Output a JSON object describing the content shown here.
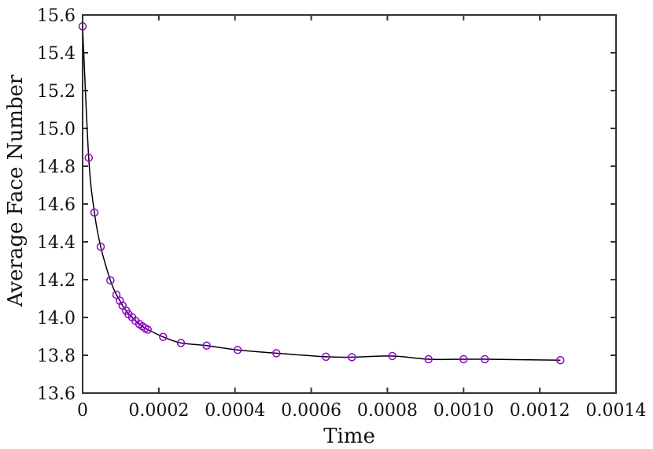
{
  "chart_data": {
    "type": "line",
    "title": "",
    "xlabel": "Time",
    "ylabel": "Average Face Number",
    "xlim": [
      0,
      0.0014
    ],
    "ylim": [
      13.6,
      15.6
    ],
    "grid": false,
    "legend": null,
    "x_ticks": [
      0,
      0.0002,
      0.0004,
      0.0006,
      0.0008,
      0.001,
      0.0012,
      0.0014
    ],
    "x_tick_labels": [
      "0",
      "0.0002",
      "0.0004",
      "0.0006",
      "0.0008",
      "0.0010",
      "0.0012",
      "0.0014"
    ],
    "y_ticks": [
      13.6,
      13.8,
      14.0,
      14.2,
      14.4,
      14.6,
      14.8,
      15.0,
      15.2,
      15.4,
      15.6
    ],
    "y_tick_labels": [
      "13.6",
      "13.8",
      "14.0",
      "14.2",
      "14.4",
      "14.6",
      "14.8",
      "15.0",
      "15.2",
      "15.4",
      "15.6"
    ],
    "series": [
      {
        "name": "Average Face Number",
        "line_color": "#000000",
        "marker": "open-circle",
        "marker_color": "#9400d3",
        "x": [
          0.0,
          1.6e-05,
          3.1e-05,
          4.75e-05,
          7.29e-05,
          8.88e-05,
          9.77e-05,
          0.0001047,
          0.0001142,
          0.0001204,
          0.0001301,
          0.000139,
          0.0001487,
          0.000157,
          0.0001638,
          0.0001708,
          0.0002113,
          0.0002581,
          0.0003256,
          0.0004068,
          0.0005086,
          0.0006387,
          0.0007068,
          0.0008129,
          0.0009079,
          0.001,
          0.0010557,
          0.001254
        ],
        "y": [
          15.54,
          14.845,
          14.555,
          14.374,
          14.196,
          14.12,
          14.089,
          14.063,
          14.036,
          14.017,
          14.001,
          13.982,
          13.965,
          13.953,
          13.943,
          13.936,
          13.897,
          13.865,
          13.851,
          13.828,
          13.811,
          13.792,
          13.79,
          13.796,
          13.779,
          13.779,
          13.779,
          13.774
        ]
      }
    ]
  },
  "style": {
    "axis_color": "#333333",
    "background": "#ffffff"
  }
}
